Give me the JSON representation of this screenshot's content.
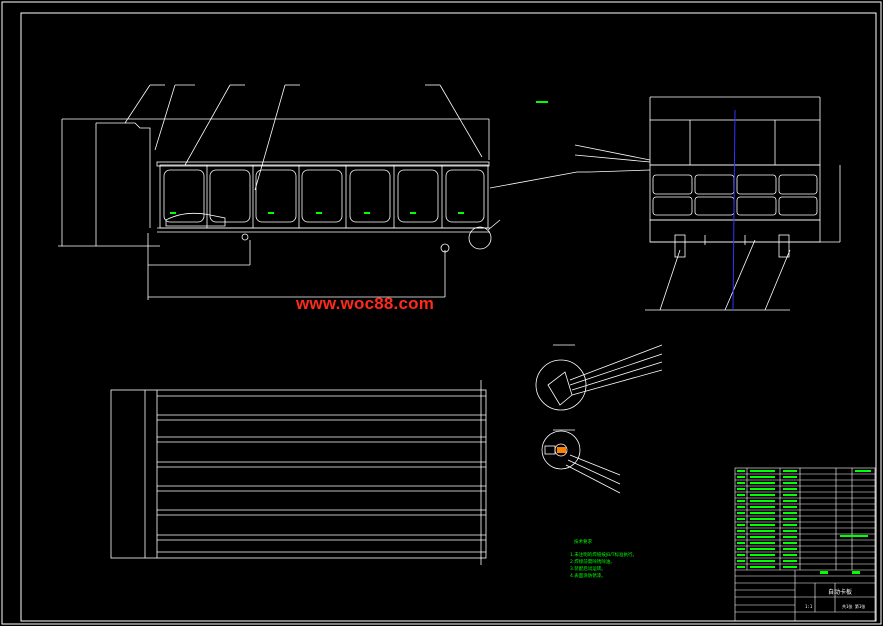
{
  "watermark": {
    "text": "www.woc88.com",
    "color": "#ff2a1a"
  },
  "notes": {
    "title": "技术要求",
    "lines": [
      "1.未注明的焊缝按JB/T标准执行。",
      "2.焊接前需除锈除油。",
      "3.装配后试运转。",
      "4.表面涂防锈漆。"
    ]
  },
  "title_block": {
    "drawing_name": "自动卡板",
    "scale": "1:1",
    "sheet": "共1张 第1张"
  },
  "colors": {
    "background": "#000000",
    "outline": "#ffffff",
    "annotation": "#00ff00",
    "centerline": "#3333ff",
    "watermark": "#ff2a1a"
  }
}
